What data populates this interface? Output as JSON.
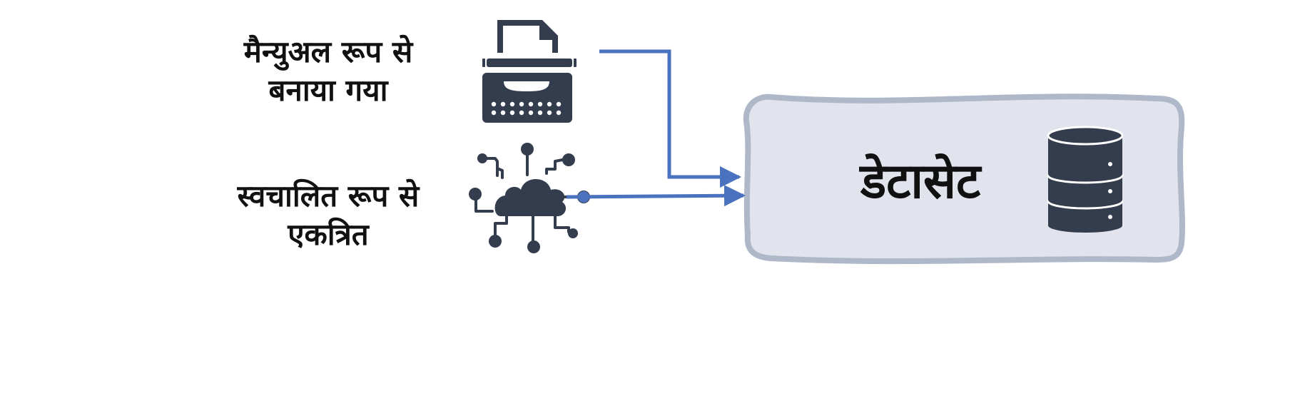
{
  "sources": {
    "manual": {
      "line1": "मैन्युअल रूप से",
      "line2": "बनाया गया",
      "icon": "typewriter-icon"
    },
    "automatic": {
      "line1": "स्वचालित रूप से",
      "line2": "एकत्रित",
      "icon": "cloud-network-icon"
    }
  },
  "target": {
    "title": "डेटासेट",
    "icon": "database-icon"
  },
  "colors": {
    "arrow": "#4a72bf",
    "icon": "#343d4d",
    "box_fill": "#e1e4ec",
    "box_border": "#aeb8c9"
  }
}
